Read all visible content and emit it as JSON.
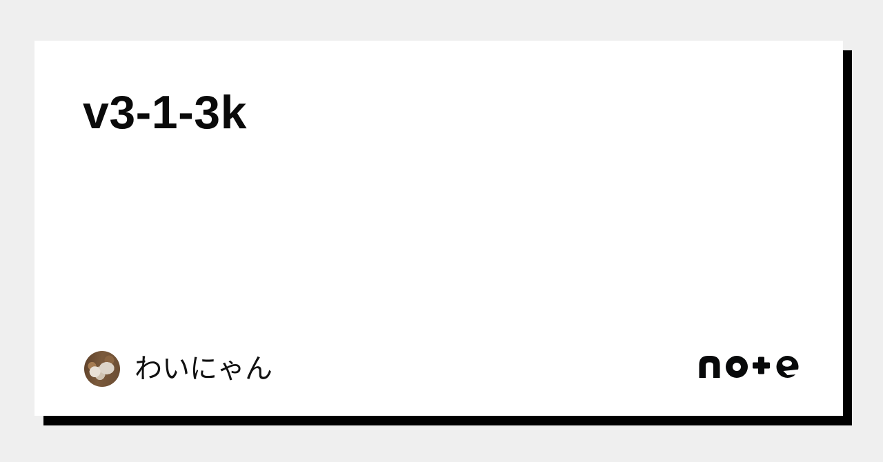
{
  "page": {
    "background_color": "#efefef"
  },
  "card": {
    "background_color": "#ffffff",
    "shadow_color": "#000000"
  },
  "title": {
    "text": "v3-1-3k",
    "color": "#0a0a0a"
  },
  "footer": {
    "author": {
      "name": "わいにゃん",
      "name_color": "#111111",
      "avatar_palette": {
        "base": "#6a4c32",
        "light": "#ddd4c8"
      }
    },
    "brand": {
      "name": "note",
      "logo_color": "#08090a"
    }
  }
}
